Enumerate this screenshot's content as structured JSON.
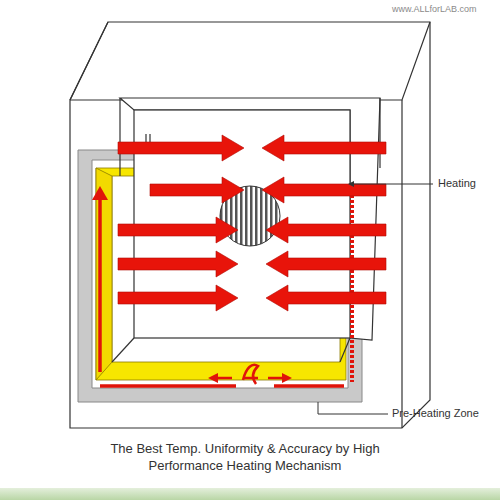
{
  "diagram": {
    "caption": "The Best Temp. Uniformity & Accuracy by High Performance Heating Mechanism",
    "labels": [
      "www.ALLforLAB.com",
      "Heating",
      "Pre-Heating Zone"
    ]
  }
}
